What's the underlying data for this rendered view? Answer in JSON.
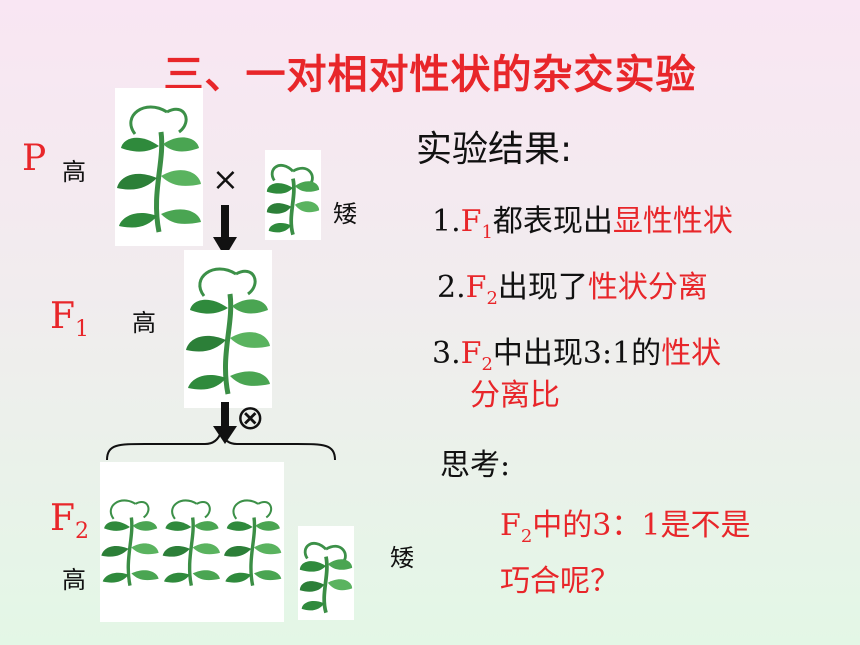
{
  "title": "三、一对相对性状的杂交实验",
  "labels": {
    "p": "P",
    "f1_main": "F",
    "f1_sub": "1",
    "f2_main": "F",
    "f2_sub": "2",
    "tall": "高",
    "short": "矮",
    "cross": "×",
    "self": "⊗"
  },
  "results": {
    "heading": "实验结果:",
    "item1": {
      "num": "1.",
      "f": "F",
      "sub": "1",
      "black": "都表现出",
      "red": "显性性状"
    },
    "item2": {
      "num": "2.",
      "f": "F",
      "sub": "2",
      "black": "出现了",
      "red": "性状分离"
    },
    "item3": {
      "num": "3.",
      "f": "F",
      "sub": "2",
      "black": "中出现3:1的",
      "red": "性状",
      "red2": "分离比"
    }
  },
  "think": {
    "heading": "思考:",
    "line1": {
      "f": "F",
      "sub": "2",
      "text": "中的3：1是不是"
    },
    "line2": "巧合呢？"
  },
  "colors": {
    "red": "#e8262a",
    "leaf": "#2f8a3c",
    "leaf_light": "#5ab35f"
  }
}
